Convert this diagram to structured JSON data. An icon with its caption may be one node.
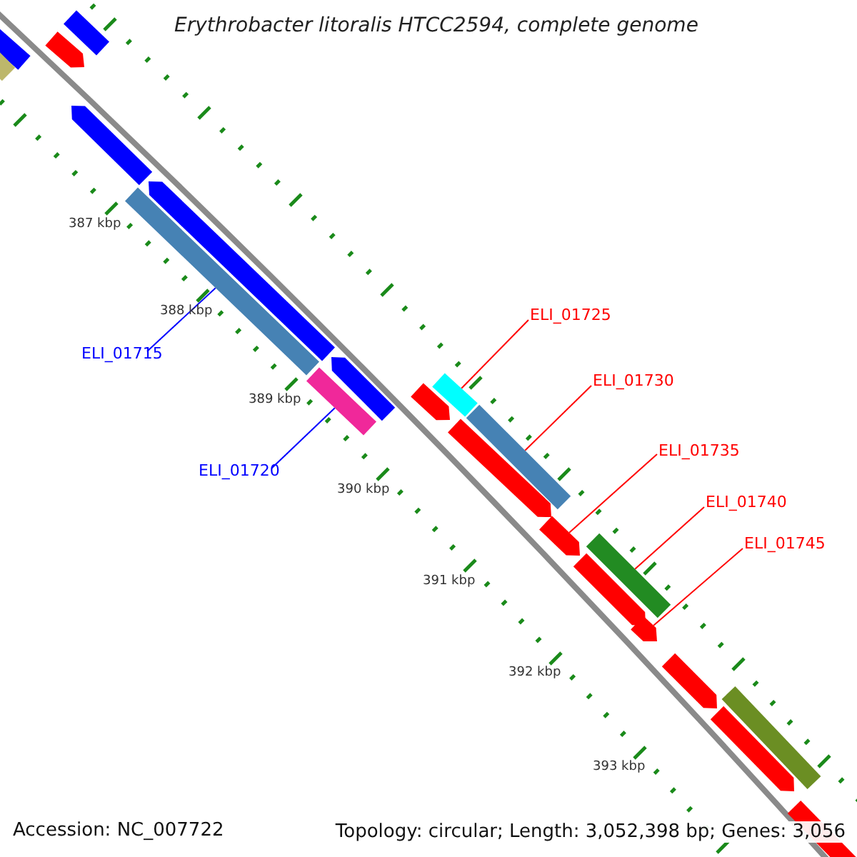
{
  "diagram": {
    "title": "Erythrobacter litoralis HTCC2594, complete genome",
    "nodes": [
      {
        "text": [
          "ELI_01715"
        ]
      },
      {
        "text": [
          "ELI_01720"
        ]
      },
      {
        "text": [
          "ELI_01725"
        ]
      },
      {
        "text": [
          "ELI_01730"
        ]
      },
      {
        "text": [
          "ELI_01735"
        ]
      },
      {
        "text": [
          "ELI_01740"
        ]
      },
      {
        "text": [
          "ELI_01745"
        ]
      },
      {
        "text": [],
        "shape": "bar"
      },
      {
        "text": [],
        "shape": "bar"
      },
      {
        "text": [],
        "shape": "bar"
      },
      {
        "text": [],
        "shape": "arrow"
      },
      {
        "text": [],
        "shape": "arrow"
      },
      {
        "text": [],
        "shape": "arrow"
      },
      {
        "text": [],
        "shape": "bar"
      },
      {
        "text": [],
        "shape": "bar"
      },
      {
        "text": [],
        "shape": "arrow"
      },
      {
        "text": [],
        "shape": "arrow"
      },
      {
        "text": [],
        "shape": "bar"
      },
      {
        "text": [],
        "shape": "arrow"
      },
      {
        "text": [],
        "shape": "bar"
      },
      {
        "text": [],
        "shape": "arrow"
      },
      {
        "text": [],
        "shape": "bar"
      },
      {
        "text": [],
        "shape": "arrow"
      },
      {
        "text": [],
        "shape": "arrow"
      },
      {
        "text": [],
        "shape": "arrow"
      },
      {
        "text": [],
        "shape": "bar"
      },
      {
        "text": [],
        "shape": "arrow"
      },
      {
        "text": [],
        "shape": "arrow"
      }
    ],
    "edges": [
      {
        "from": 0,
        "to": 13,
        "arrow": "none",
        "color": "#0000ff"
      },
      {
        "from": 1,
        "to": 14,
        "arrow": "none",
        "color": "#0000ff"
      },
      {
        "from": 2,
        "to": 17,
        "arrow": "none"
      },
      {
        "from": 3,
        "to": 19,
        "arrow": "none"
      },
      {
        "from": 4,
        "to": 20,
        "arrow": "none"
      },
      {
        "from": 5,
        "to": 21,
        "arrow": "none"
      },
      {
        "from": 6,
        "to": 23,
        "arrow": "none"
      }
    ],
    "labels": [
      "387 kbp",
      "388 kbp",
      "389 kbp",
      "390 kbp",
      "391 kbp",
      "392 kbp",
      "393 kbp",
      "Accession: NC_007722",
      "Topology: circular; Length: 3,052,398 bp; Genes: 3,056"
    ]
  }
}
